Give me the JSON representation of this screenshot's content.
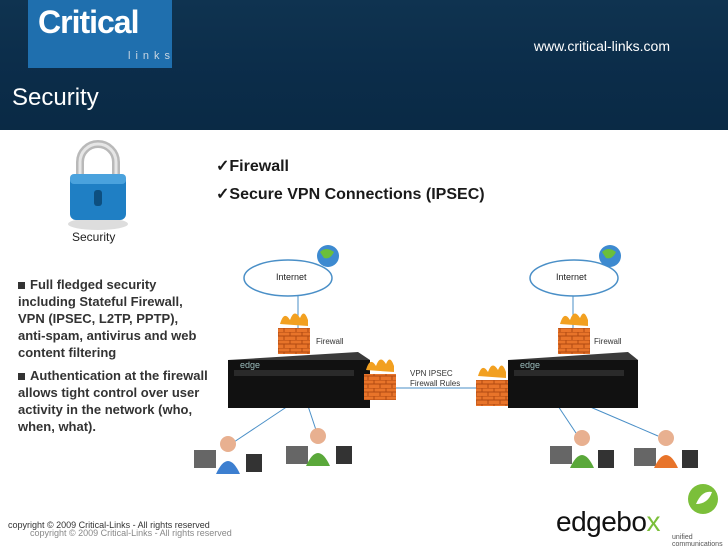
{
  "header": {
    "logo_text": "Critical",
    "logo_sub": "links",
    "url": "www.critical-links.com",
    "title": "Security"
  },
  "lock": {
    "caption": "Security"
  },
  "features": [
    "✓Firewall",
    "✓Secure VPN Connections (IPSEC)"
  ],
  "details": [
    "Full fledged security including Stateful Firewall, VPN (IPSEC, L2TP, PPTP), anti-spam, antivirus and web content filtering",
    "Authentication at the firewall allows tight control over user activity in the network (who, when, what)."
  ],
  "diagram": {
    "internet_left": "Internet",
    "internet_right": "Internet",
    "firewall_left": "Firewall",
    "firewall_right": "Firewall",
    "vpn_label_1": "VPN IPSEC",
    "vpn_label_2": "Firewall Rules",
    "device_label": "edge"
  },
  "footer": {
    "copyright": "copyright © 2009 Critical-Links - All rights reserved",
    "copyright_shadow": "copyright © 2009 Critical-Links - All rights reserved",
    "brand": "edgebo",
    "brand_x": "x",
    "brand_sub": "unified communications"
  },
  "colors": {
    "header_bg": "#0b2c49",
    "logo_blue": "#1f6fae",
    "lock_blue": "#1f7fc4",
    "firewall_orange": "#e8742a"
  }
}
